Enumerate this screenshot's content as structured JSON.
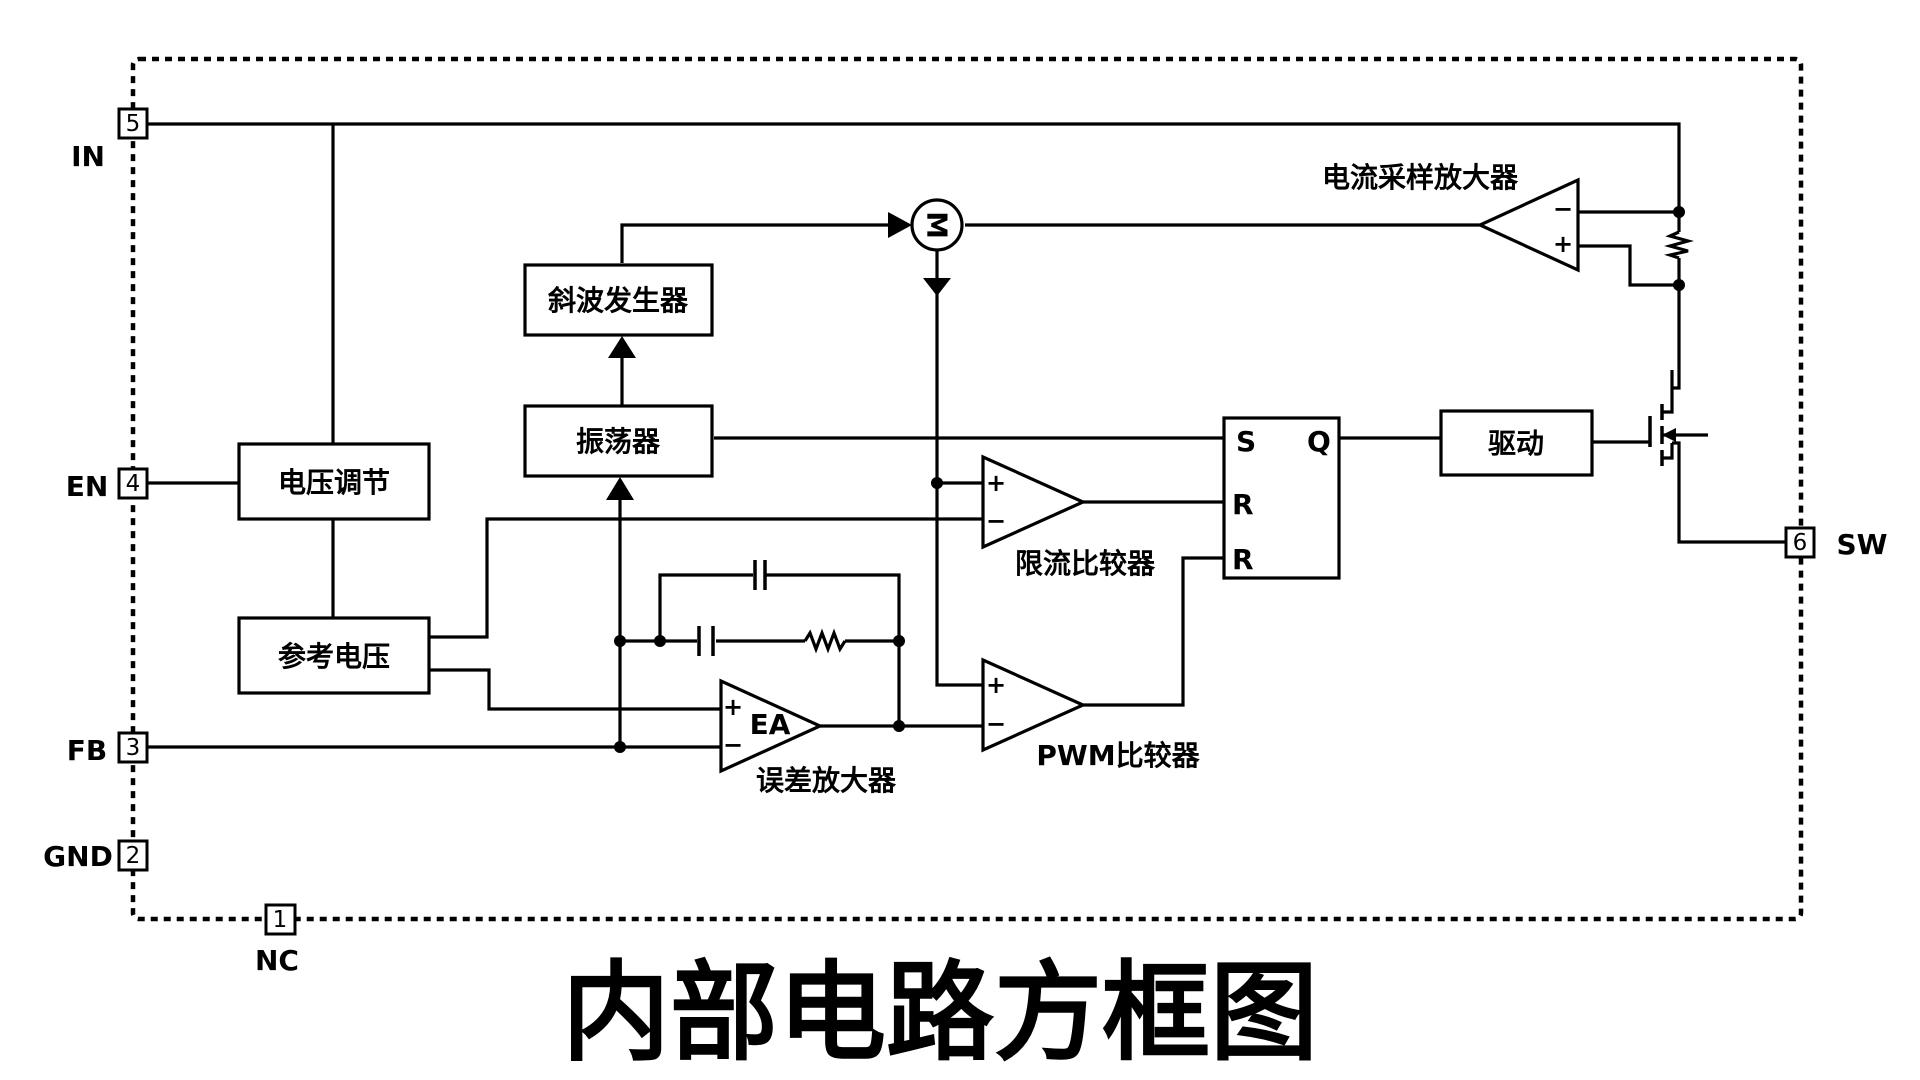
{
  "title": "内部电路方框图",
  "pins": {
    "in": {
      "num": "5",
      "label": "IN"
    },
    "en": {
      "num": "4",
      "label": "EN"
    },
    "fb": {
      "num": "3",
      "label": "FB"
    },
    "gnd": {
      "num": "2",
      "label": "GND"
    },
    "nc": {
      "num": "1",
      "label": "NC"
    },
    "sw": {
      "num": "6",
      "label": "SW"
    }
  },
  "blocks": {
    "ramp": "斜波发生器",
    "osc": "振荡器",
    "vreg": "电压调节",
    "vref": "参考电压",
    "driver": "驱动"
  },
  "amplifiers": {
    "csa": {
      "label": "电流采样放大器",
      "minus": "−",
      "plus": "+"
    },
    "ilim": {
      "label": "限流比较器",
      "plus": "+",
      "minus": "−"
    },
    "pwm": {
      "label": "PWM比较器",
      "plus": "+",
      "minus": "−"
    },
    "ea": {
      "label": "误差放大器",
      "name": "EA",
      "plus": "+",
      "minus": "−"
    }
  },
  "latch": {
    "s": "S",
    "q": "Q",
    "r1": "R",
    "r2": "R"
  },
  "summer": {
    "symbol": "M"
  }
}
